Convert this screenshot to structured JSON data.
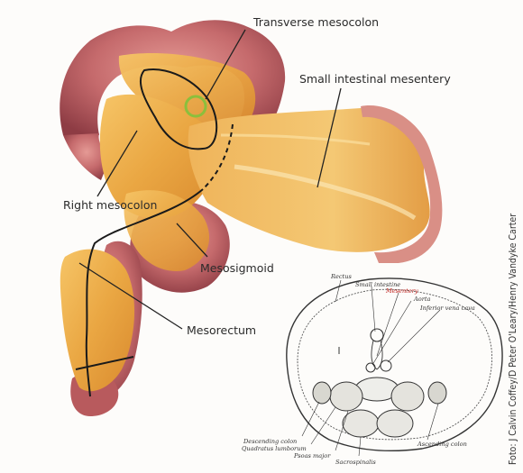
{
  "labels": {
    "transverse_mesocolon": "Transverse mesocolon",
    "small_intestinal_mesentery": "Small intestinal mesentery",
    "right_mesocolon": "Right mesocolon",
    "mesosigmoid": "Mesosigmoid",
    "mesorectum": "Mesorectum"
  },
  "cross_section": {
    "rectus": "Rectus",
    "small_intestine": "Small intestine",
    "mesentery": "Mesentery",
    "aorta": "Aorta",
    "inferior_vena_cava": "Inferior vena cava",
    "descending_colon": "Descending colon",
    "quadratus_lumborum": "Quadratus lumborum",
    "psoas_major": "Psoas major",
    "sacrospinalis": "Sacrospinalis",
    "ascending_colon": "Ascending colon"
  },
  "credit": "Foto: J Calvin Coffey/D Peter O'Leary/Henry Vandyke Carter",
  "colors": {
    "colon": "#b5535a",
    "mesentery": "#e9a846",
    "highlight_ring": "#8bbf3c",
    "border": "#3a3a3a"
  }
}
